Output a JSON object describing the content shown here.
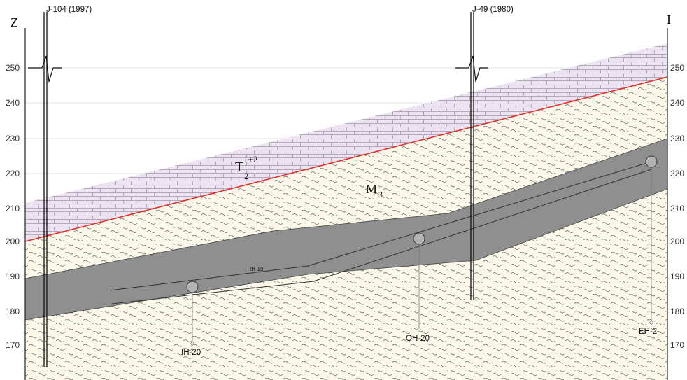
{
  "sides": {
    "left": "Z",
    "right": "I"
  },
  "elevation_ticks": [
    "250",
    "240",
    "230",
    "220",
    "210",
    "200",
    "190",
    "180",
    "170"
  ],
  "boreholes": [
    {
      "label": "J-104 (1997)"
    },
    {
      "label": "J-49 (1980)"
    }
  ],
  "units": {
    "limestone": {
      "base": "T",
      "sub": "2",
      "sup": "1+2"
    },
    "marl": {
      "base": "M",
      "sub": "3"
    }
  },
  "tunnels": {
    "upper": "IH-19"
  },
  "points": [
    {
      "label": "IH-20",
      "elevation": 188
    },
    {
      "label": "OH-20",
      "elevation": 202
    },
    {
      "label": "EH-2",
      "elevation": 224
    }
  ],
  "colors": {
    "limestone_fill": "#ebe3ef",
    "limestone_pattern": "#b6a6be",
    "marl_fill": "#fbf8e9",
    "marl_pattern": "#4a4a4a",
    "contact_line": "#e0302c",
    "tunnel_band": "#8f8f8f",
    "grid": "#d9d9d9"
  }
}
